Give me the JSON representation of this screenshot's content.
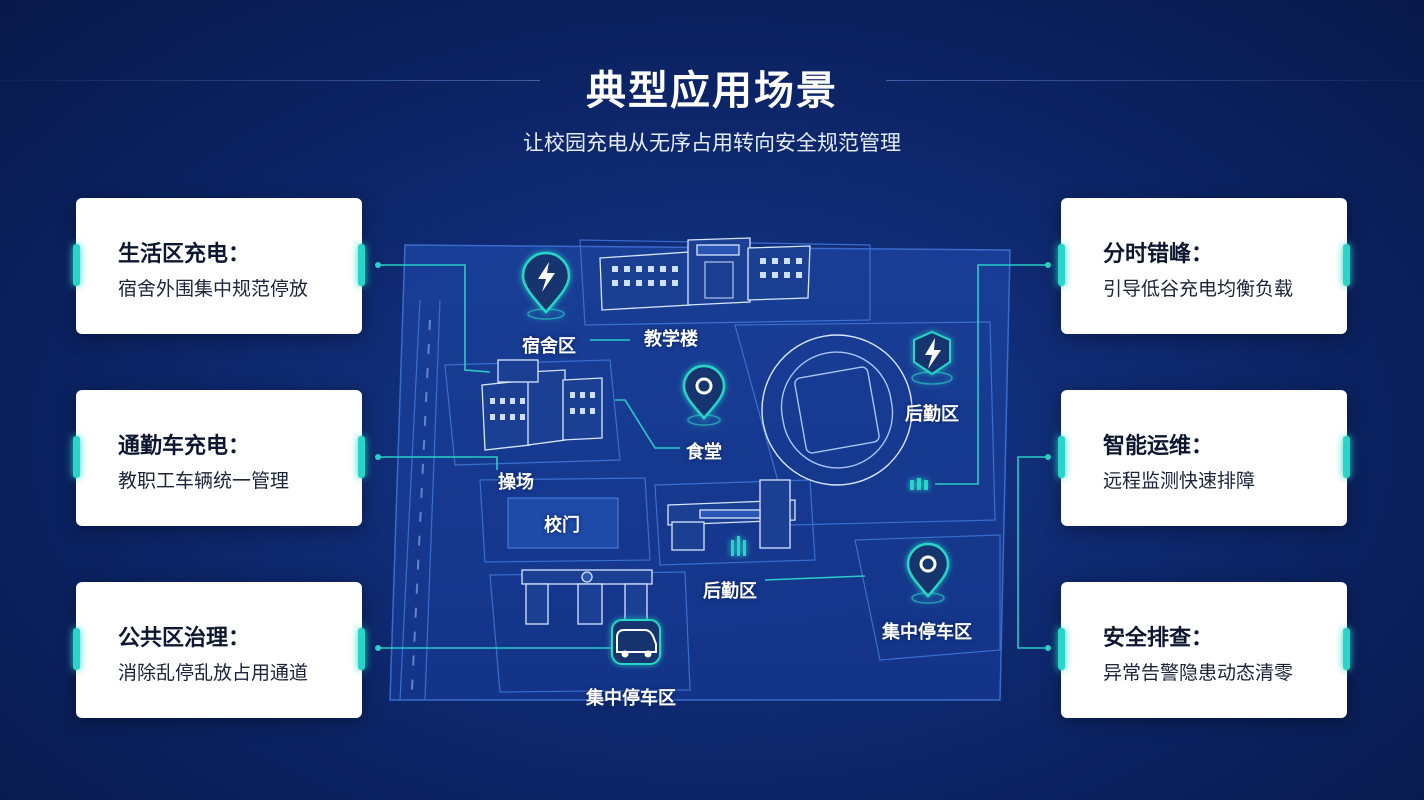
{
  "header": {
    "title": "典型应用场景",
    "subtitle": "让校园充电从无序占用转向安全规范管理"
  },
  "left_cards": [
    {
      "title": "生活区充电：",
      "desc": "宿舍外围集中规范停放"
    },
    {
      "title": "通勤车充电：",
      "desc": "教职工车辆统一管理"
    },
    {
      "title": "公共区治理：",
      "desc": "消除乱停乱放占用通道"
    }
  ],
  "right_cards": [
    {
      "title": "分时错峰：",
      "desc": "引导低谷充电均衡负载"
    },
    {
      "title": "智能运维：",
      "desc": "远程监测快速排障"
    },
    {
      "title": "安全排查：",
      "desc": "异常告警隐患动态清零"
    }
  ],
  "map_labels": {
    "dorm": "宿舍区",
    "teaching": "教学楼",
    "canteen": "食堂",
    "logistics_top": "后勤区",
    "playground": "操场",
    "gate": "校门",
    "logistics_mid": "后勤区",
    "parking_right": "集中停车区",
    "parking_bottom": "集中停车区"
  },
  "colors": {
    "accent": "#28d6c9",
    "background": "#0f2a72",
    "card": "#ffffff"
  },
  "icons": [
    "lightning-pin-icon",
    "lightning-badge-icon",
    "location-pin-icon",
    "van-icon",
    "charger-icon"
  ]
}
